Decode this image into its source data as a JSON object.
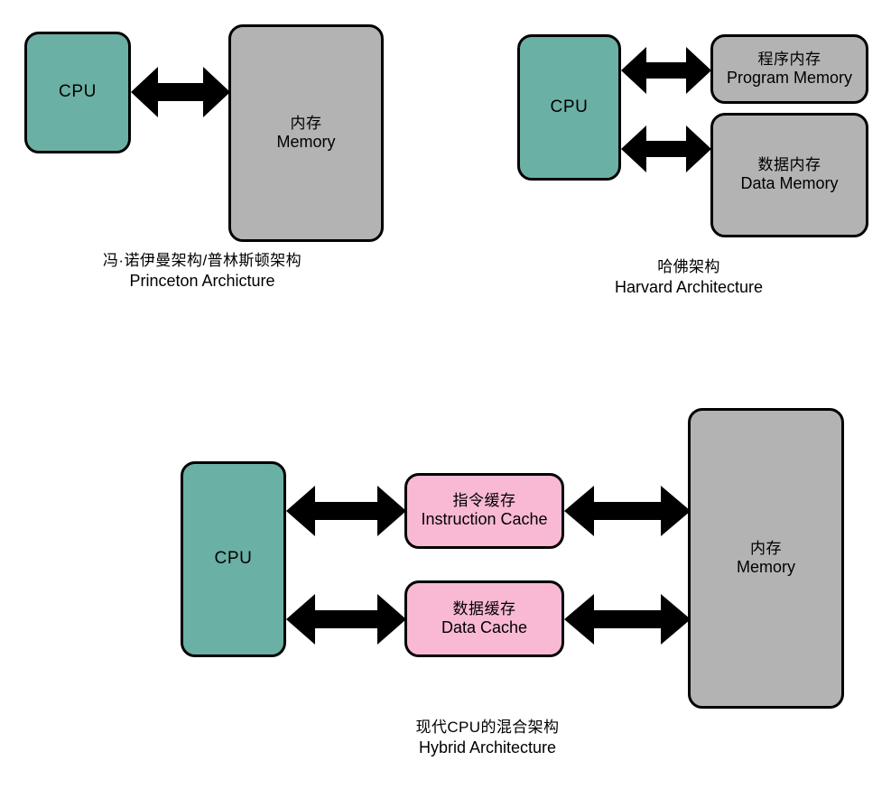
{
  "diagrams": [
    {
      "id": "princeton",
      "caption": {
        "cn": "冯·诺伊曼架构/普林斯顿架构",
        "en": "Princeton Archicture"
      },
      "nodes": {
        "cpu": {
          "label": "CPU",
          "color": "#6BB0A4"
        },
        "memory": {
          "cn": "内存",
          "en": "Memory",
          "color": "#B3B3B3"
        }
      },
      "connections": [
        {
          "from": "CPU",
          "to": "Memory",
          "type": "bidirectional"
        }
      ]
    },
    {
      "id": "harvard",
      "caption": {
        "cn": "哈佛架构",
        "en": "Harvard Architecture"
      },
      "nodes": {
        "cpu": {
          "label": "CPU",
          "color": "#6BB0A4"
        },
        "program_memory": {
          "cn": "程序内存",
          "en": "Program Memory",
          "color": "#B3B3B3"
        },
        "data_memory": {
          "cn": "数据内存",
          "en": "Data Memory",
          "color": "#B3B3B3"
        }
      },
      "connections": [
        {
          "from": "CPU",
          "to": "Program Memory",
          "type": "bidirectional"
        },
        {
          "from": "CPU",
          "to": "Data Memory",
          "type": "bidirectional"
        }
      ]
    },
    {
      "id": "hybrid",
      "caption": {
        "cn": "现代CPU的混合架构",
        "en": "Hybrid Architecture"
      },
      "nodes": {
        "cpu": {
          "label": "CPU",
          "color": "#6BB0A4"
        },
        "instruction_cache": {
          "cn": "指令缓存",
          "en": "Instruction Cache",
          "color": "#F9B9D5"
        },
        "data_cache": {
          "cn": "数据缓存",
          "en": "Data Cache",
          "color": "#F9B9D5"
        },
        "memory": {
          "cn": "内存",
          "en": "Memory",
          "color": "#B3B3B3"
        }
      },
      "connections": [
        {
          "from": "CPU",
          "to": "Instruction Cache",
          "type": "bidirectional"
        },
        {
          "from": "Instruction Cache",
          "to": "Memory",
          "type": "bidirectional"
        },
        {
          "from": "CPU",
          "to": "Data Cache",
          "type": "bidirectional"
        },
        {
          "from": "Data Cache",
          "to": "Memory",
          "type": "bidirectional"
        }
      ]
    }
  ],
  "palette": {
    "cpu_teal": "#6BB0A4",
    "memory_gray": "#B3B3B3",
    "cache_pink": "#F9B9D5",
    "stroke_black": "#000000",
    "background_white": "#FFFFFF"
  }
}
